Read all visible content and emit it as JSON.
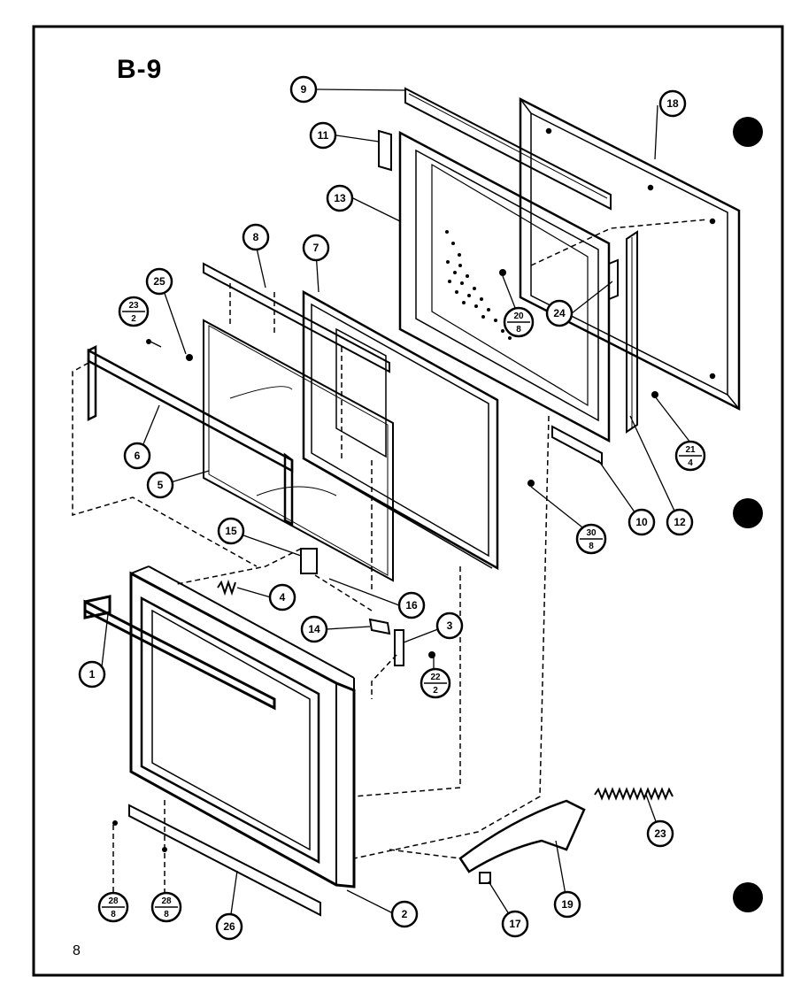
{
  "page": {
    "title": "B-9",
    "page_number": "8"
  },
  "callouts": [
    {
      "id": "9",
      "text": "9"
    },
    {
      "id": "11",
      "text": "11"
    },
    {
      "id": "13",
      "text": "13"
    },
    {
      "id": "18",
      "text": "18"
    },
    {
      "id": "8",
      "text": "8"
    },
    {
      "id": "7",
      "text": "7"
    },
    {
      "id": "25",
      "text": "25"
    },
    {
      "id": "24",
      "text": "24"
    },
    {
      "id": "6",
      "text": "6"
    },
    {
      "id": "5",
      "text": "5"
    },
    {
      "id": "10",
      "text": "10"
    },
    {
      "id": "12",
      "text": "12"
    },
    {
      "id": "15",
      "text": "15"
    },
    {
      "id": "4",
      "text": "4"
    },
    {
      "id": "16",
      "text": "16"
    },
    {
      "id": "14",
      "text": "14"
    },
    {
      "id": "3",
      "text": "3"
    },
    {
      "id": "1",
      "text": "1"
    },
    {
      "id": "2",
      "text": "2"
    },
    {
      "id": "26",
      "text": "26"
    },
    {
      "id": "17",
      "text": "17"
    },
    {
      "id": "19",
      "text": "19"
    },
    {
      "id": "23",
      "text": "23"
    }
  ],
  "fraction_callouts": [
    {
      "id": "23-2",
      "top": "23",
      "bottom": "2"
    },
    {
      "id": "20-8",
      "top": "20",
      "bottom": "8"
    },
    {
      "id": "21-4",
      "top": "21",
      "bottom": "4"
    },
    {
      "id": "30-8",
      "top": "30",
      "bottom": "8"
    },
    {
      "id": "22-2",
      "top": "22",
      "bottom": "2"
    },
    {
      "id": "28-8a",
      "top": "28",
      "bottom": "8"
    },
    {
      "id": "28-8b",
      "top": "28",
      "bottom": "8"
    }
  ]
}
